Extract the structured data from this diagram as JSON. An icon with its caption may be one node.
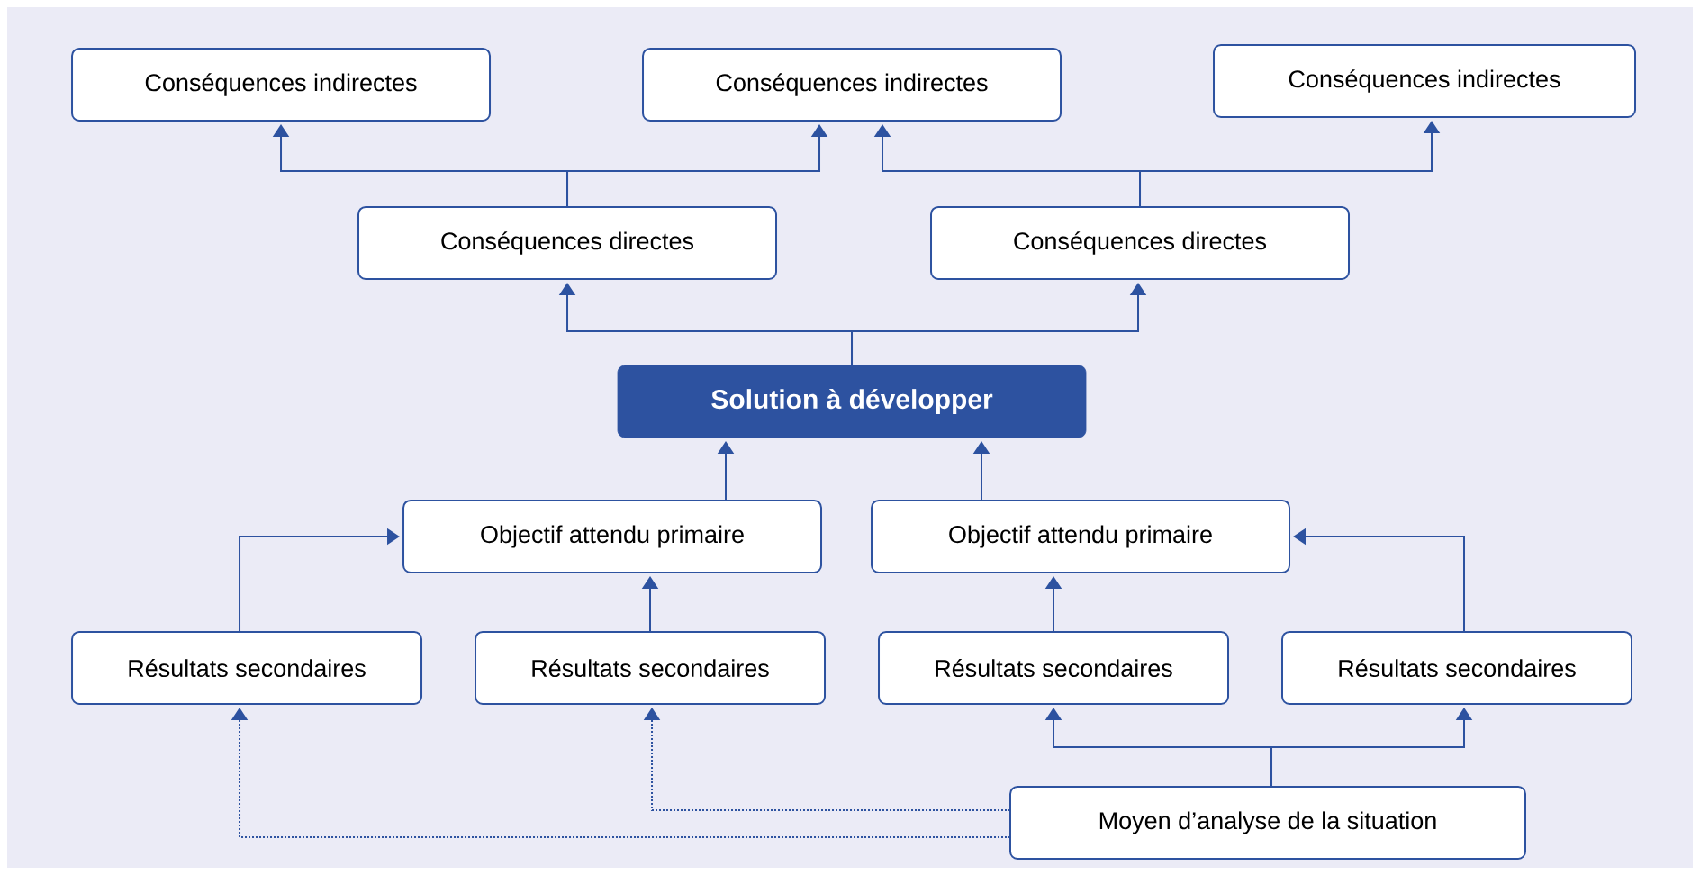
{
  "diagram": {
    "nodes": [
      {
        "text": [
          "Conséquences indirectes"
        ]
      },
      {
        "text": [
          "Conséquences indirectes"
        ]
      },
      {
        "text": [
          "Conséquences indirectes"
        ]
      },
      {
        "text": [
          "Conséquences directes"
        ]
      },
      {
        "text": [
          "Conséquences directes"
        ]
      },
      {
        "text": [
          "Solution à développer"
        ]
      },
      {
        "text": [
          "Objectif attendu primaire"
        ]
      },
      {
        "text": [
          "Objectif attendu primaire"
        ]
      },
      {
        "text": [
          "Résultats secondaires"
        ]
      },
      {
        "text": [
          "Résultats secondaires"
        ]
      },
      {
        "text": [
          "Résultats secondaires"
        ]
      },
      {
        "text": [
          "Résultats secondaires"
        ]
      },
      {
        "text": [
          "Moyen d’analyse de la situation"
        ]
      }
    ],
    "edges": [
      {
        "from": 3,
        "to": 0,
        "arrow": "to"
      },
      {
        "from": 3,
        "to": 1,
        "arrow": "to"
      },
      {
        "from": 4,
        "to": 1,
        "arrow": "to"
      },
      {
        "from": 4,
        "to": 2,
        "arrow": "to"
      },
      {
        "from": 5,
        "to": 3,
        "arrow": "to"
      },
      {
        "from": 5,
        "to": 4,
        "arrow": "to"
      },
      {
        "from": 6,
        "to": 5,
        "arrow": "to"
      },
      {
        "from": 7,
        "to": 5,
        "arrow": "to"
      },
      {
        "from": 8,
        "to": 6,
        "arrow": "to"
      },
      {
        "from": 9,
        "to": 6,
        "arrow": "to"
      },
      {
        "from": 10,
        "to": 7,
        "arrow": "to"
      },
      {
        "from": 11,
        "to": 7,
        "arrow": "to"
      },
      {
        "from": 12,
        "to": 10,
        "arrow": "to"
      },
      {
        "from": 12,
        "to": 11,
        "arrow": "to"
      },
      {
        "from": 12,
        "to": 9,
        "arrow": "to",
        "style": "dashed"
      },
      {
        "from": 12,
        "to": 8,
        "arrow": "to",
        "style": "dashed"
      }
    ]
  }
}
